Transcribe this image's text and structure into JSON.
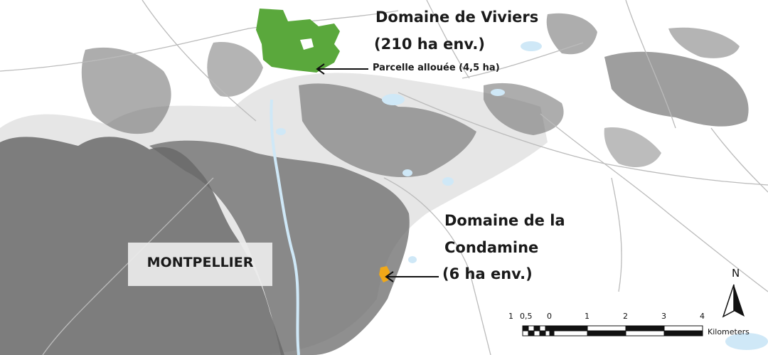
{
  "map": {
    "city_label": "MONTPELLIER",
    "domaine_viviers": {
      "line1": "Domaine de Viviers",
      "line2": "(210 ha env.)"
    },
    "parcelle": "Parcelle allouée (4,5 ha)",
    "domaine_condamine": {
      "line1": "Domaine de la",
      "line2": "Condamine",
      "line3": "(6 ha env.)"
    },
    "north": "N",
    "scale": {
      "ticks": [
        "1",
        "0,5",
        "0",
        "1",
        "2",
        "3",
        "4"
      ],
      "unit": "Kilometers"
    },
    "colors": {
      "urban": "#5b5b5b",
      "viviers_green": "#5aa83c",
      "condamine_orange": "#f0a818",
      "water": "#cfe8f7",
      "roads": "#b8b8b8"
    }
  }
}
